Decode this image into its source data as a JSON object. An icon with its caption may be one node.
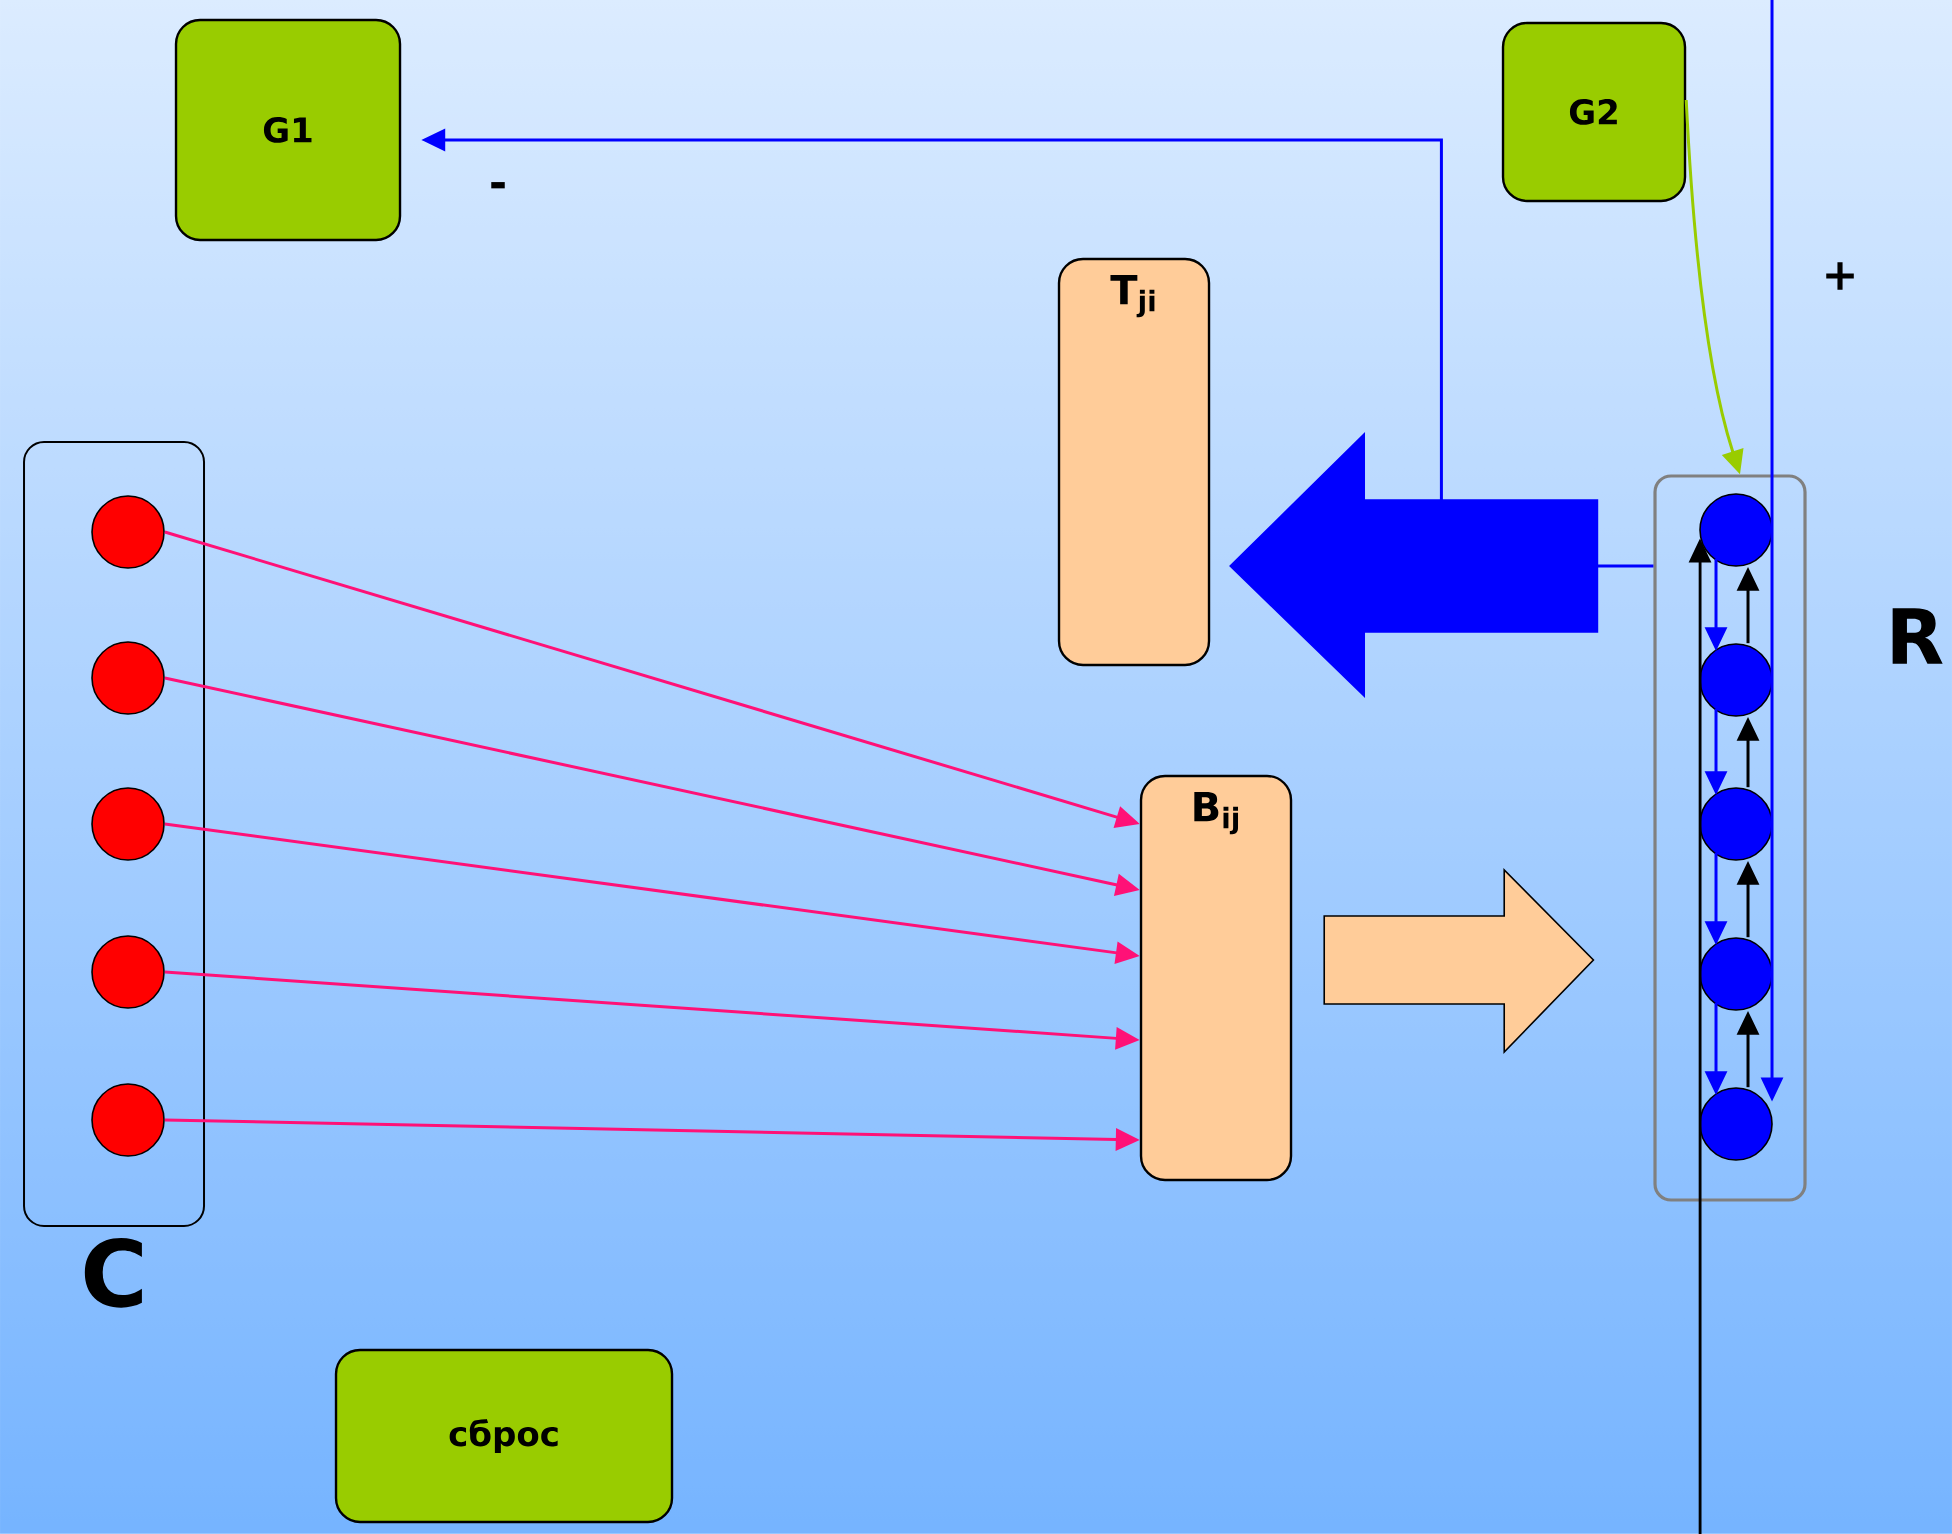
{
  "diagram": {
    "nodes": [
      {
        "text": [
          "G1"
        ]
      },
      {
        "text": [
          "G2"
        ]
      },
      {
        "text": [
          "T$_{ji}$"
        ]
      },
      {
        "text": [
          "C"
        ]
      },
      {
        "text": [],
        "shape": "circle",
        "in": 3
      },
      {
        "text": [],
        "shape": "circle",
        "in": 3
      },
      {
        "text": [],
        "shape": "circle",
        "in": 3
      },
      {
        "text": [],
        "shape": "circle",
        "in": 3
      },
      {
        "text": [],
        "shape": "circle",
        "in": 3
      },
      {
        "text": [
          "B$_{ij}$"
        ]
      },
      {
        "text": [
          "R"
        ]
      },
      {
        "text": [],
        "shape": "circle",
        "in": 10
      },
      {
        "text": [],
        "shape": "circle",
        "in": 10
      },
      {
        "text": [],
        "shape": "circle",
        "in": 10
      },
      {
        "text": [],
        "shape": "circle",
        "in": 10
      },
      {
        "text": [],
        "shape": "circle",
        "in": 10
      },
      {
        "text": [
          "сброс"
        ]
      }
    ],
    "edges": [
      {
        "from": 4,
        "to": 9,
        "arrow": "to",
        "color": "#ff1177"
      },
      {
        "from": 5,
        "to": 9,
        "arrow": "to",
        "color": "#ff1177"
      },
      {
        "from": 6,
        "to": 9,
        "arrow": "to",
        "color": "#ff1177"
      },
      {
        "from": 7,
        "to": 9,
        "arrow": "to",
        "color": "#ff1177"
      },
      {
        "from": 8,
        "to": 9,
        "arrow": "to",
        "color": "#ff1177"
      },
      {
        "from": 9,
        "to": 10,
        "arrow": "to",
        "style": "thick",
        "color": "#ffcc99"
      },
      {
        "from": 10,
        "to": 2,
        "arrow": "to",
        "style": "thick"
      },
      {
        "from": 10,
        "to": 0,
        "arrow": "to",
        "label": "-"
      },
      {
        "from": 1,
        "to": 10,
        "arrow": "to",
        "color": "#99cc00"
      },
      {
        "from": null,
        "to": 10,
        "arrow": "to",
        "label": "+"
      },
      {
        "from": null,
        "to": 10,
        "arrow": "to",
        "color": "#000000"
      },
      {
        "from": 12,
        "to": 11,
        "arrow": "to",
        "color": "#000000"
      },
      {
        "from": 13,
        "to": 12,
        "arrow": "to",
        "color": "#000000"
      },
      {
        "from": 14,
        "to": 13,
        "arrow": "to",
        "color": "#000000"
      },
      {
        "from": 15,
        "to": 14,
        "arrow": "to",
        "color": "#000000"
      },
      {
        "from": 11,
        "to": 12,
        "arrow": "to"
      },
      {
        "from": 12,
        "to": 13,
        "arrow": "to"
      },
      {
        "from": 13,
        "to": 14,
        "arrow": "to"
      },
      {
        "from": 14,
        "to": 15,
        "arrow": "to"
      }
    ]
  }
}
